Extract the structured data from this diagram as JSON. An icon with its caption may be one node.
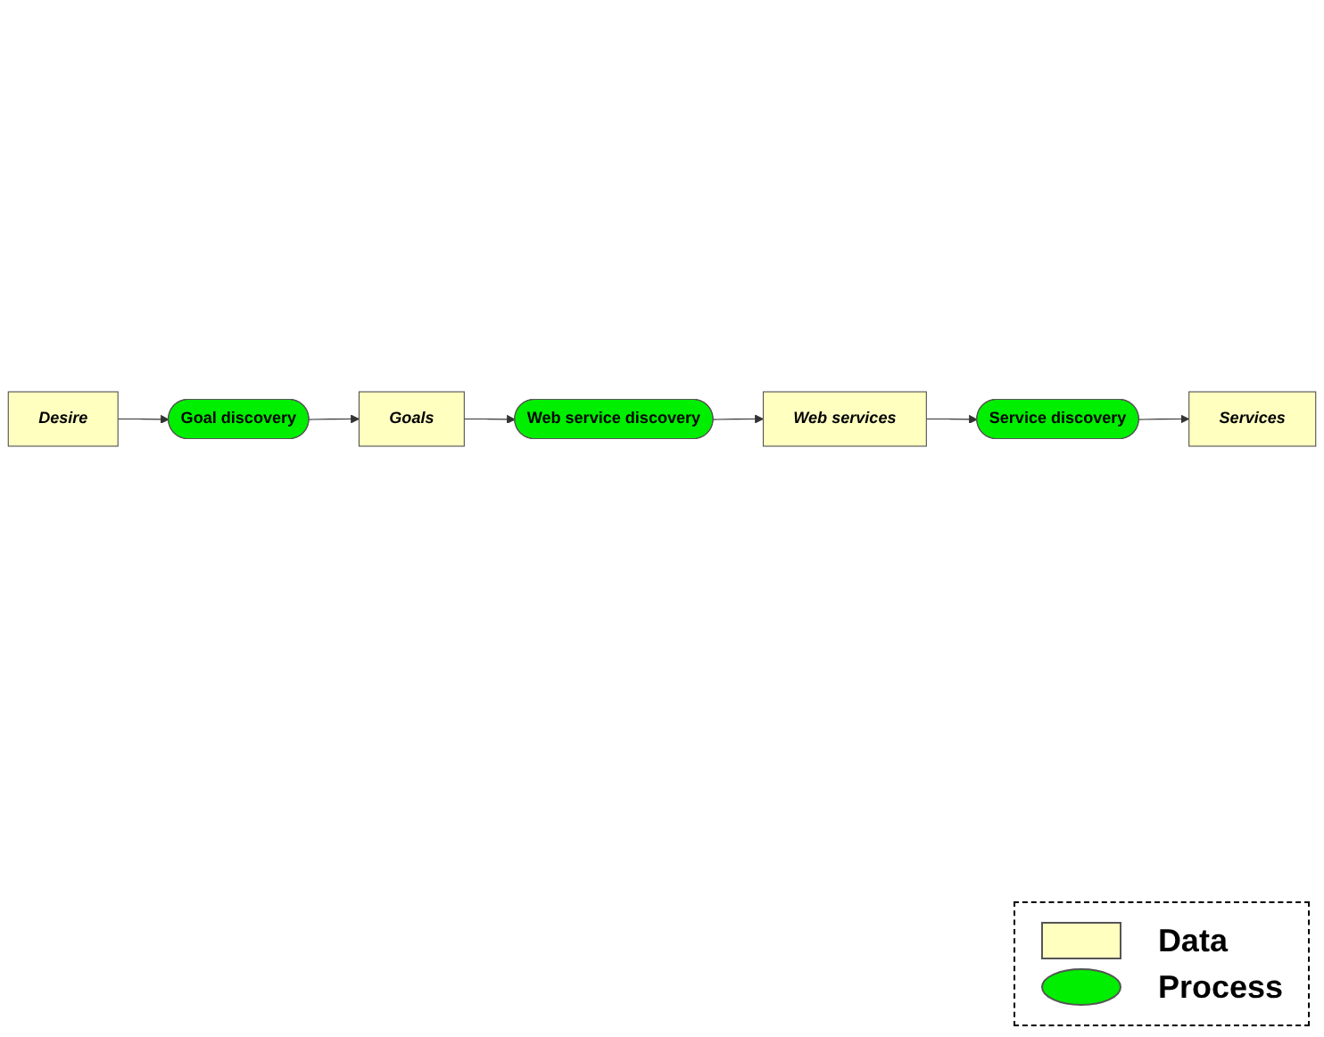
{
  "diagram": {
    "nodes": [
      {
        "text": [
          "Goals"
        ]
      },
      {
        "text": [
          "Web service discovery"
        ]
      },
      {
        "text": [
          "Web services"
        ]
      },
      {
        "text": [
          "Goal discovery"
        ]
      },
      {
        "text": [
          "Service discovery"
        ]
      },
      {
        "text": [
          "Desire"
        ]
      },
      {
        "text": [
          "Services"
        ]
      }
    ],
    "edges": [
      {
        "from": 5,
        "to": 3,
        "arrow": "to"
      },
      {
        "from": 3,
        "to": 0,
        "arrow": "to"
      },
      {
        "from": 0,
        "to": 1,
        "arrow": "to"
      },
      {
        "from": 1,
        "to": 2,
        "arrow": "to"
      },
      {
        "from": 2,
        "to": 4,
        "arrow": "to"
      },
      {
        "from": 4,
        "to": 6,
        "arrow": "to"
      }
    ],
    "legend": [
      {
        "text": "Data",
        "color": "#ffffc0"
      },
      {
        "text": "Process",
        "color": "#00ee00"
      }
    ]
  }
}
